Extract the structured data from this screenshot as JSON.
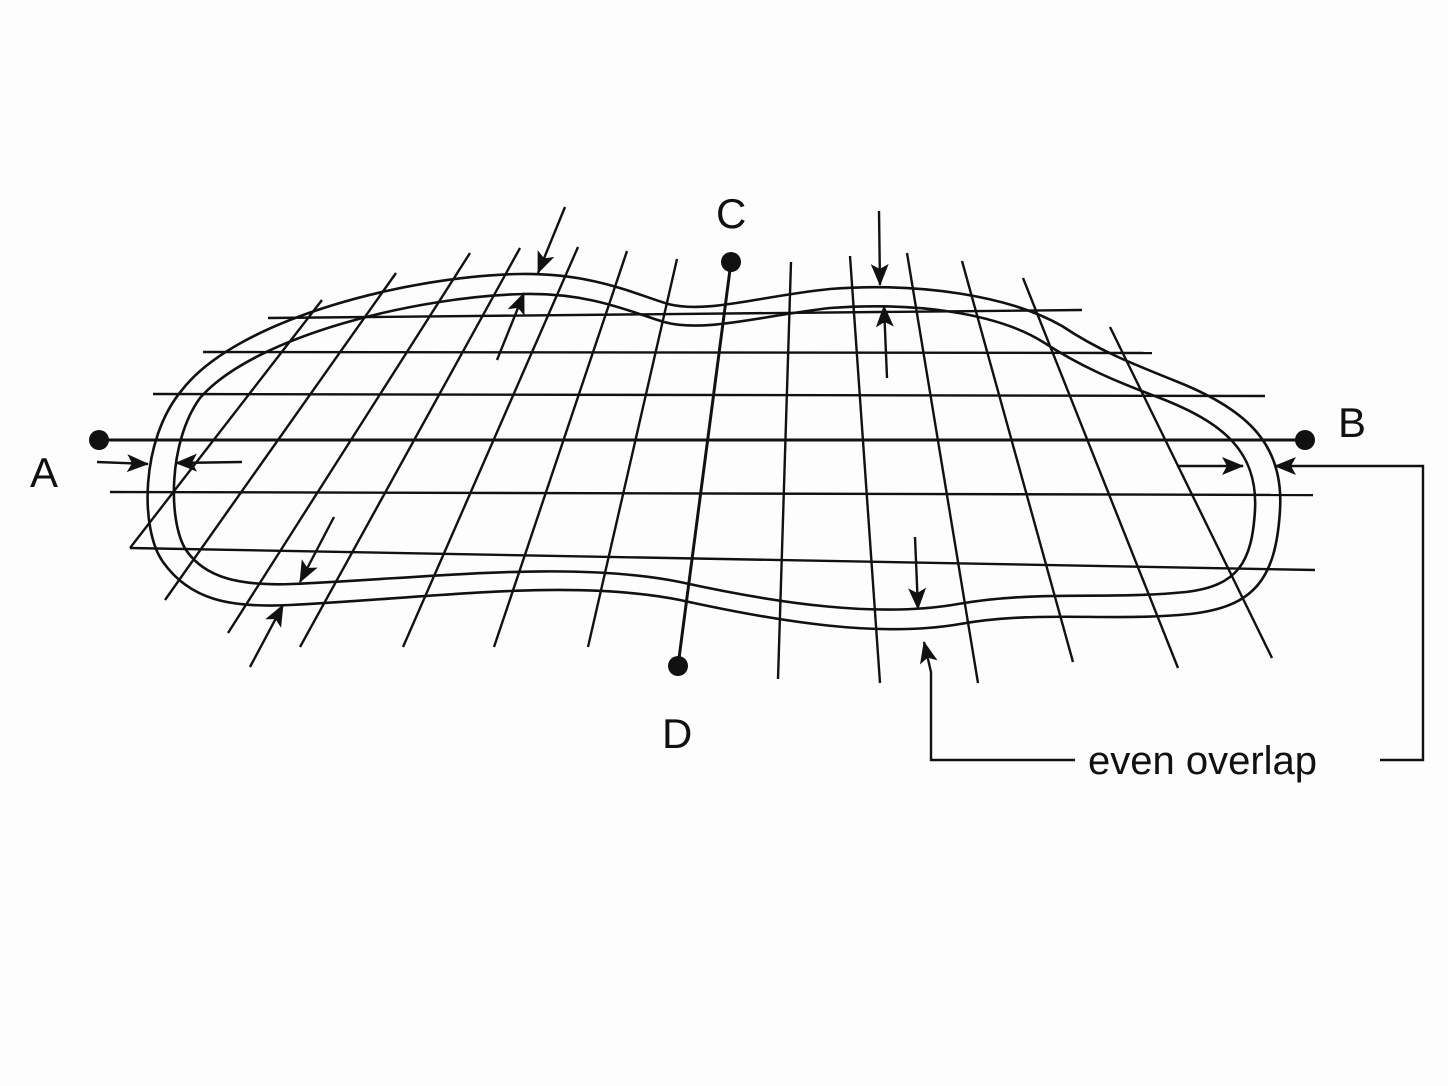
{
  "diagram": {
    "points": [
      {
        "id": "A",
        "label": "A"
      },
      {
        "id": "B",
        "label": "B"
      },
      {
        "id": "C",
        "label": "C"
      },
      {
        "id": "D",
        "label": "D"
      }
    ],
    "annotation": "even overlap",
    "colors": {
      "ink": "#111111",
      "background": "#fdfdfd"
    }
  }
}
